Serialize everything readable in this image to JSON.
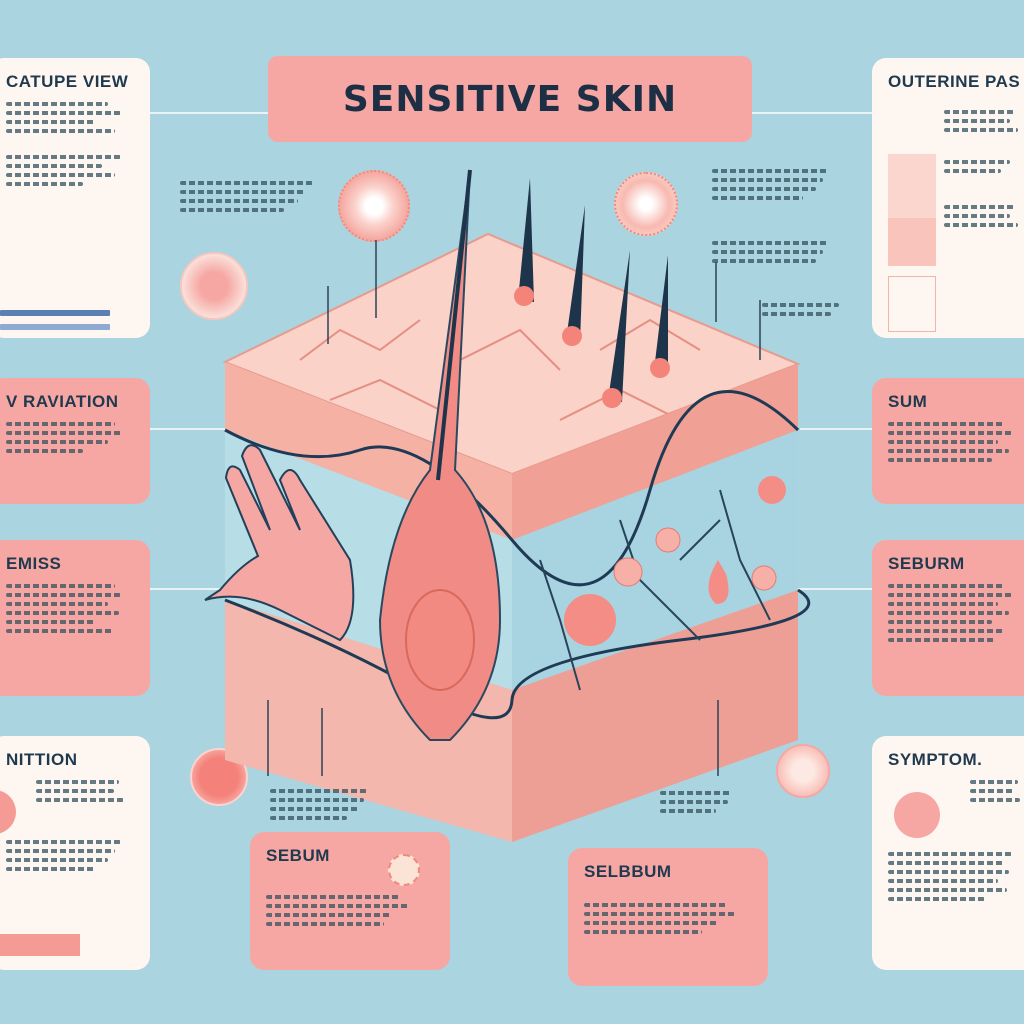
{
  "title": "SENSITIVE SKIN",
  "panels": {
    "capture_view": "CATUPE VIEW",
    "uv_radiation": "V RAVIATION",
    "emiss": "EMISS",
    "nition": "NITTION",
    "outerine": "OUTERINE PAS",
    "sum": "SUM",
    "seburm": "SEBURM",
    "symptom": "SYMPTOM.",
    "sebum_bottom": "SEBUM",
    "selbbum_bottom": "SELBBUM"
  },
  "colors": {
    "background": "#a9d4e0",
    "accent_pink": "#f6a7a3",
    "panel_light": "#fdf6f1",
    "text_dark": "#1d2f44"
  }
}
